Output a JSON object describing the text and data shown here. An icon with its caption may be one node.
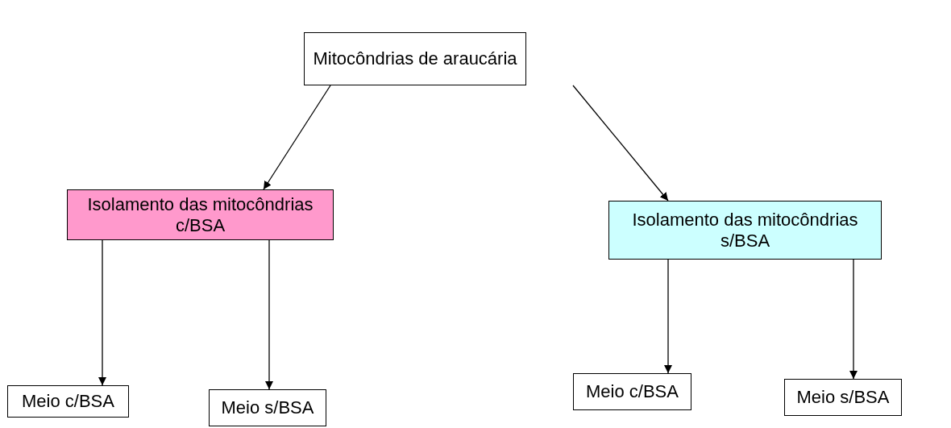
{
  "diagram": {
    "nodes": [
      {
        "text": [
          "Mitocôndrias de araucária"
        ]
      },
      {
        "text": [
          "Isolamento das mitocôndrias c/BSA"
        ]
      },
      {
        "text": [
          "Isolamento das mitocôndrias s/BSA"
        ]
      },
      {
        "text": [
          "Meio c/BSA"
        ]
      },
      {
        "text": [
          "Meio s/BSA"
        ]
      },
      {
        "text": [
          "Meio c/BSA"
        ]
      },
      {
        "text": [
          "Meio s/BSA"
        ]
      }
    ],
    "edges": [
      {
        "from": 0,
        "to": 1,
        "arrow": "to"
      },
      {
        "from": 0,
        "to": 2,
        "arrow": "to"
      },
      {
        "from": 1,
        "to": 3,
        "arrow": "to"
      },
      {
        "from": 1,
        "to": 4,
        "arrow": "to"
      },
      {
        "from": 2,
        "to": 5,
        "arrow": "to"
      },
      {
        "from": 2,
        "to": 6,
        "arrow": "to"
      }
    ]
  }
}
